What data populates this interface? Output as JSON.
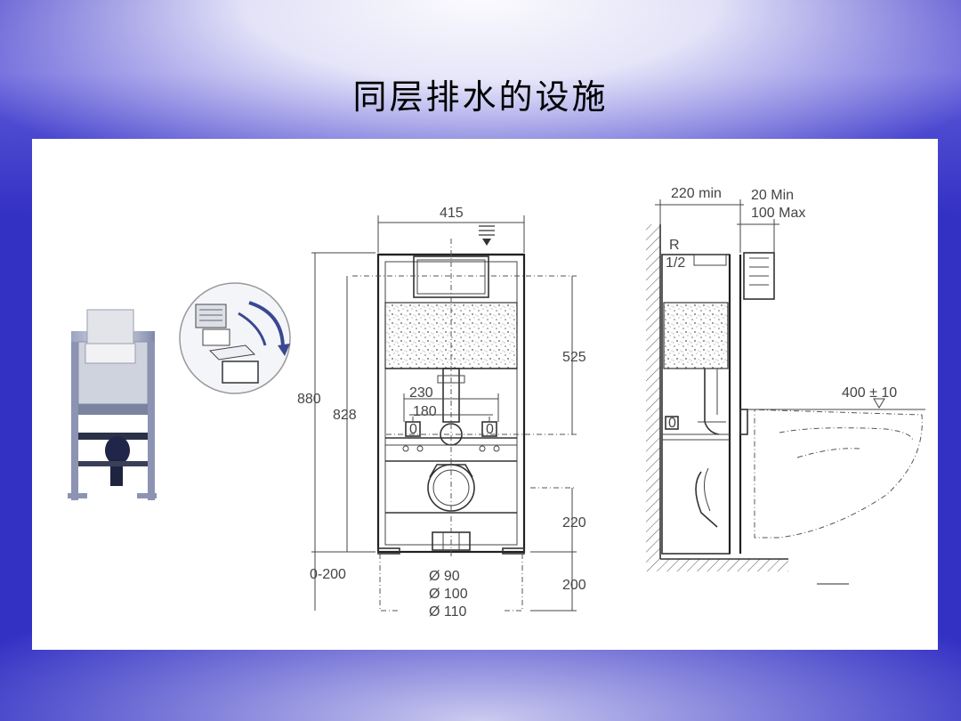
{
  "slide": {
    "title": "同层排水的设施"
  },
  "front_view": {
    "width": "415",
    "height_total": "880",
    "height_inner": "828",
    "tank_height": "525",
    "spacing_outer": "230",
    "spacing_inner": "180",
    "bottom_gap": "220",
    "floor_range": "0-200",
    "lower_offset": "200",
    "pipe_d1": "Ø 90",
    "pipe_d2": "Ø 100",
    "pipe_d3": "Ø 110",
    "fitting_label_left": "0",
    "fitting_label_right": "0"
  },
  "side_view": {
    "depth_min": "220 min",
    "offset_min": "20 Min",
    "offset_max": "100 Max",
    "inlet_r": "R",
    "inlet_size": "1/2",
    "seat_height": "400 ± 10",
    "fitting_label": "0"
  },
  "colors": {
    "background": "#3331c4",
    "panel": "#ffffff",
    "line": "#333333"
  }
}
